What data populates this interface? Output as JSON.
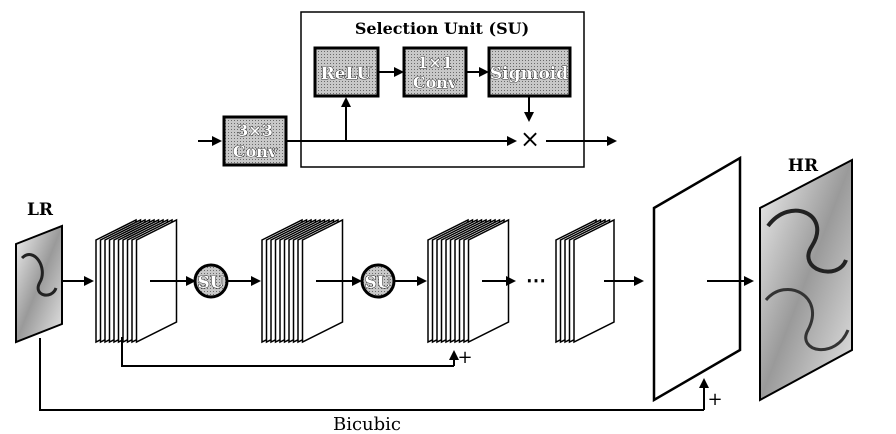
{
  "selection_unit": {
    "title": "Selection Unit (SU)",
    "relu_label": "ReLU",
    "conv1_line1": "1×1",
    "conv1_line2": "Conv",
    "sigmoid_label": "Sigmoid",
    "multiply_symbol": "×"
  },
  "conv3": {
    "line1": "3×3",
    "line2": "Conv"
  },
  "pipeline": {
    "lr_label": "LR",
    "hr_label": "HR",
    "su_badge_1": "SU",
    "su_badge_2": "SU",
    "ellipsis": "⋯",
    "plus_inner": "+",
    "plus_outer": "+",
    "bicubic_label": "Bicubic"
  },
  "colors": {
    "box_fill": "#b8b8b8",
    "ink": "#000000",
    "paper": "#ffffff"
  }
}
